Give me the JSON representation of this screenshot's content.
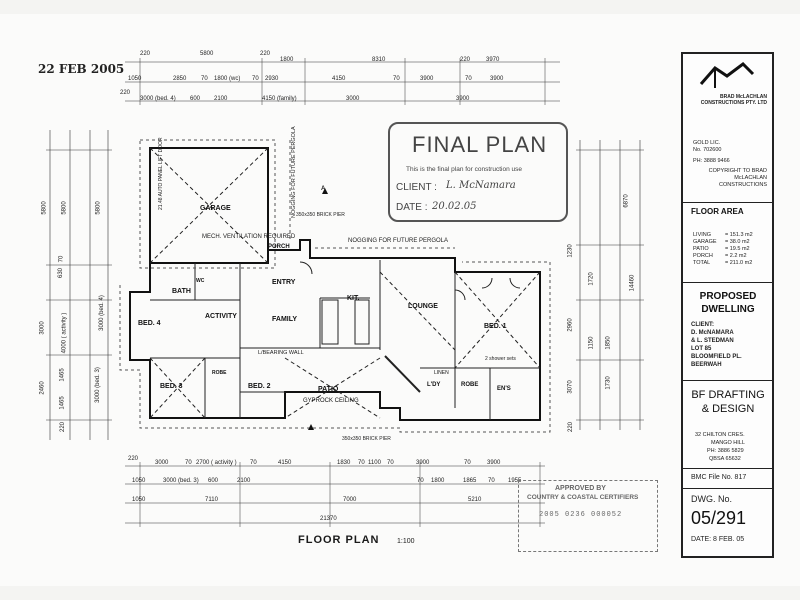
{
  "handwritten_date": "22 FEB 2005",
  "top_dims": {
    "row1": [
      "220",
      "5800",
      "220",
      "1800",
      "8310",
      "220",
      "3970"
    ],
    "row2": [
      "1050",
      "2850",
      "70",
      "1800 (wc)",
      "70",
      "2930",
      "4150",
      "70",
      "3900",
      "70",
      "3900"
    ],
    "row3": [
      "220",
      "3000 (bed. 4)",
      "600",
      "2100",
      "4150 (family)",
      "3000",
      "3900"
    ]
  },
  "bottom_dims": {
    "row1": [
      "220",
      "3000",
      "70",
      "2700 ( activity )",
      "70",
      "4150",
      "1830",
      "70",
      "1100",
      "70",
      "3900",
      "70",
      "3900"
    ],
    "row2": [
      "1050",
      "3000 (bed. 3)",
      "600",
      "2100",
      "70",
      "1800",
      "1865",
      "70",
      "1955"
    ],
    "row3": [
      "1050",
      "7110",
      "7000",
      "5210"
    ],
    "row4": [
      "21370"
    ]
  },
  "left_dims": [
    "5800",
    "5800",
    "5800",
    "70",
    "630",
    "3000",
    "3000 (bed. 4)",
    "4000 ( activity )",
    "3000 (bed. 3)",
    "1465",
    "2460",
    "1465",
    "220"
  ],
  "right_dims": [
    "6870",
    "14460",
    "1230",
    "1720",
    "2960",
    "1150",
    "1850",
    "3070",
    "1730",
    "220"
  ],
  "rooms": {
    "garage": "GARAGE",
    "garage_door": "21.48 AUTO PANEL LIFT DOOR",
    "mech": "MECH. VENTILATION REQUIRED",
    "entry": "ENTRY",
    "porch": "PORCH",
    "bath": "BATH",
    "bed4": "BED. 4",
    "activity": "ACTIVITY",
    "family": "FAMILY",
    "kit": "KIT.",
    "lounge": "LOUNGE",
    "bed1": "BED. 1",
    "bed3": "BED. 3",
    "bed2": "BED. 2",
    "patio": "PATIO",
    "gyprock": "GYPROCK CEILING",
    "ldy": "L'DY",
    "robe": "ROBE",
    "ens": "EN'S",
    "linen": "LINEN",
    "wc": "WC",
    "robe_small": "ROBE"
  },
  "notes": {
    "nogging_top": "NOGGING FOR FUTURE PERGOLA",
    "nogging_vertical": "NOGGING FOR FUTURE PERGOLA",
    "brick_pier_top": "350x350 BRICK PIER",
    "brick_pier_bottom": "350x350 BRICK PIER",
    "lbearing": "L/BEARING WALL",
    "shower": "2 shower sets",
    "marker_a": "A"
  },
  "final_plan": {
    "title": "FINAL PLAN",
    "line": "This is the final plan for construction use",
    "client_label": "CLIENT :",
    "client_sig": "L. McNamara",
    "date_label": "DATE :",
    "date_value": "20.02.05"
  },
  "title_block": {
    "company": "BRAD McLACHLAN CONSTRUCTIONS PTY. LTD",
    "gold_lic": "GOLD LIC.",
    "lic_no": "No. 702600",
    "phone": "PH: 3888 9466",
    "copyright": "COPYRIGHT TO BRAD McLACHLAN CONSTRUCTIONS",
    "floor_area_heading": "FLOOR AREA",
    "floor_area": [
      {
        "label": "LIVING",
        "value": "= 151.3 m2"
      },
      {
        "label": "GARAGE",
        "value": "= 38.0 m2"
      },
      {
        "label": "PATIO",
        "value": "= 19.5 m2"
      },
      {
        "label": "PORCH",
        "value": "= 2.2 m2"
      },
      {
        "label": "TOTAL",
        "value": "= 211.0 m2"
      }
    ],
    "proposed": "PROPOSED DWELLING",
    "client_heading": "CLIENT:",
    "client_lines": [
      "D. McNAMARA",
      "& L. STEDMAN",
      "LOT 85",
      "BLOOMFIELD PL.",
      "BEERWAH"
    ],
    "drafter": "BF DRAFTING & DESIGN",
    "drafter_lines": [
      "32 CHILTON CRES.",
      "MANGO HILL",
      "PH: 3886 5829",
      "QBSA 65632"
    ],
    "bmc_file": "BMC File No. 817",
    "dwg_label": "DWG. No.",
    "dwg_no": "05/291",
    "date": "DATE: 8 FEB. 05"
  },
  "approved_stamp": {
    "line1": "APPROVED BY",
    "line2": "COUNTRY & COASTAL CERTIFIERS",
    "number": "2005 0236 000052"
  },
  "footer": {
    "title": "FLOOR PLAN",
    "scale": "1:100"
  }
}
